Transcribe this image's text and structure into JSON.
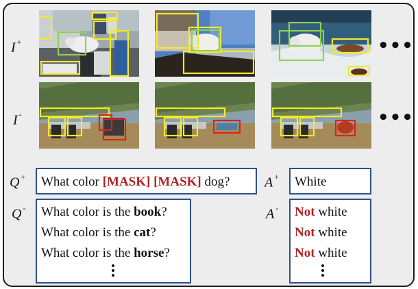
{
  "labels": {
    "i_pos": "I",
    "i_pos_sup": "+",
    "i_neg": "I",
    "i_neg_sup": "-",
    "q_pos": "Q",
    "q_pos_sup": "+",
    "q_neg": "Q",
    "q_neg_sup": "-",
    "a_pos": "A",
    "a_pos_sup": "+",
    "a_neg": "A",
    "a_neg_sup": "-"
  },
  "ellipsis": "•••",
  "q_pos": {
    "pre": "What color ",
    "mask1": "[MASK]",
    "mid": " ",
    "mask2": "[MASK]",
    "post": " dog?"
  },
  "q_neg": [
    {
      "pre": "What color is the ",
      "obj": "book",
      "post": "?"
    },
    {
      "pre": "What color is the ",
      "obj": "cat",
      "post": "?"
    },
    {
      "pre": "What color is the ",
      "obj": "horse",
      "post": "?"
    }
  ],
  "a_pos": "White",
  "a_neg": [
    {
      "not": "Not",
      "rest": " white"
    },
    {
      "not": "Not",
      "rest": " white"
    },
    {
      "not": "Not",
      "rest": " white"
    }
  ],
  "colors": {
    "frame_bg": "#ededed",
    "box_border": "#2e4f8c",
    "highlight_red": "#b02222",
    "bbox_yellow": "#f2ea2a",
    "bbox_green": "#8fd14f",
    "bbox_red": "#e0201c"
  }
}
